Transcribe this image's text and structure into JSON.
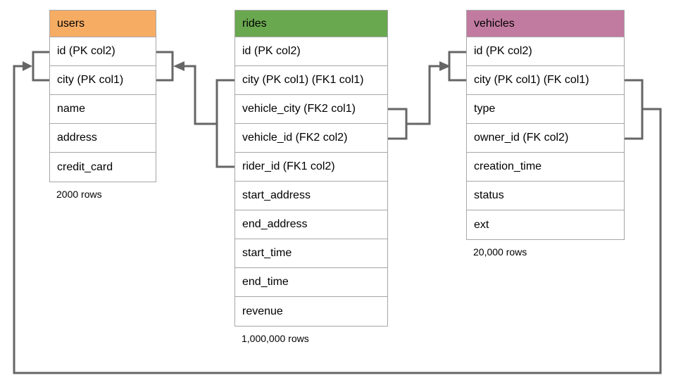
{
  "diagram": {
    "connector_color": "#666666",
    "border_color": "#a6a6a6",
    "background_color": "#ffffff"
  },
  "tables": [
    {
      "name": "users",
      "header_color": "#f6ac63",
      "columns": [
        "id (PK col2)",
        "city (PK col1)",
        "name",
        "address",
        "credit_card"
      ],
      "row_count_label": "2000 rows"
    },
    {
      "name": "rides",
      "header_color": "#6aa84f",
      "columns": [
        "id (PK col2)",
        "city (PK col1) (FK1 col1)",
        "vehicle_city (FK2 col1)",
        "vehicle_id (FK2 col2)",
        "rider_id (FK1 col2)",
        "start_address",
        "end_address",
        "start_time",
        "end_time",
        "revenue"
      ],
      "row_count_label": "1,000,000 rows"
    },
    {
      "name": "vehicles",
      "header_color": "#c27ba0",
      "columns": [
        "id (PK col2)",
        "city (PK col1) (FK col1)",
        "type",
        "owner_id (FK col2)",
        "creation_time",
        "status",
        "ext"
      ],
      "row_count_label": "20,000 rows"
    }
  ],
  "relationships": [
    {
      "from_table": "rides",
      "from_columns": "city, rider_id (FK1)",
      "to_table": "users",
      "to_columns": "id, city"
    },
    {
      "from_table": "rides",
      "from_columns": "vehicle_city, vehicle_id (FK2)",
      "to_table": "vehicles",
      "to_columns": "id, city"
    },
    {
      "from_table": "vehicles",
      "from_columns": "city, owner_id (FK)",
      "to_table": "users",
      "to_columns": "id, city"
    }
  ]
}
